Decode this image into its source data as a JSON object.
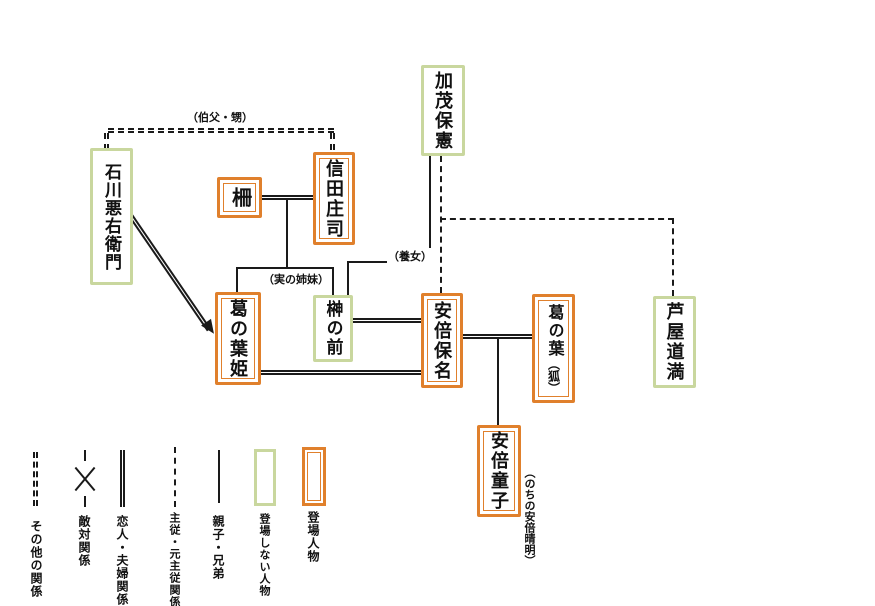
{
  "boxes": {
    "kamo": {
      "label": "加茂保憲",
      "status": "not-appearing"
    },
    "ishikawa": {
      "label": "石川悪右衛門",
      "status": "not-appearing"
    },
    "shigarami": {
      "label": "柵",
      "status": "appearing"
    },
    "shinoda": {
      "label": "信田庄司",
      "status": "appearing"
    },
    "kuzunoha_hime": {
      "label": "葛の葉姫",
      "status": "appearing"
    },
    "sakaki": {
      "label": "榊の前",
      "status": "not-appearing"
    },
    "yasuna": {
      "label": "安倍保名",
      "status": "appearing"
    },
    "kuzunoha_kitsune": {
      "label": "葛の葉",
      "sublabel": "（狐）",
      "status": "appearing"
    },
    "doman": {
      "label": "芦屋道満",
      "status": "not-appearing"
    },
    "doji": {
      "label": "安倍童子",
      "status": "appearing"
    }
  },
  "relation_labels": {
    "uncle_nephew": "（伯父・甥）",
    "real_sisters": "（実の姉妹）",
    "adopted_daughter": "（養女）",
    "later_seimei": "（のちの安倍晴明）"
  },
  "legend": {
    "items": [
      {
        "symbol": "other-relation-double-dashed-line",
        "label": "その他の関係"
      },
      {
        "symbol": "hostile-relation-x-line",
        "label": "敵対関係"
      },
      {
        "symbol": "lover-spouse-double-line",
        "label": "恋人・夫婦関係"
      },
      {
        "symbol": "master-servant-dashed-line",
        "label": "主従・元主従関係"
      },
      {
        "symbol": "parent-child-sibling-solid-line",
        "label": "親子・兄弟"
      },
      {
        "symbol": "not-appearing-green-box",
        "label": "登場しない人物"
      },
      {
        "symbol": "appearing-orange-box",
        "label": "登場人物"
      }
    ]
  },
  "colors": {
    "appearing_border": "#e0802c",
    "not_appearing_border": "#c9d79e",
    "line": "#1a1a1a",
    "background": "#ffffff"
  }
}
